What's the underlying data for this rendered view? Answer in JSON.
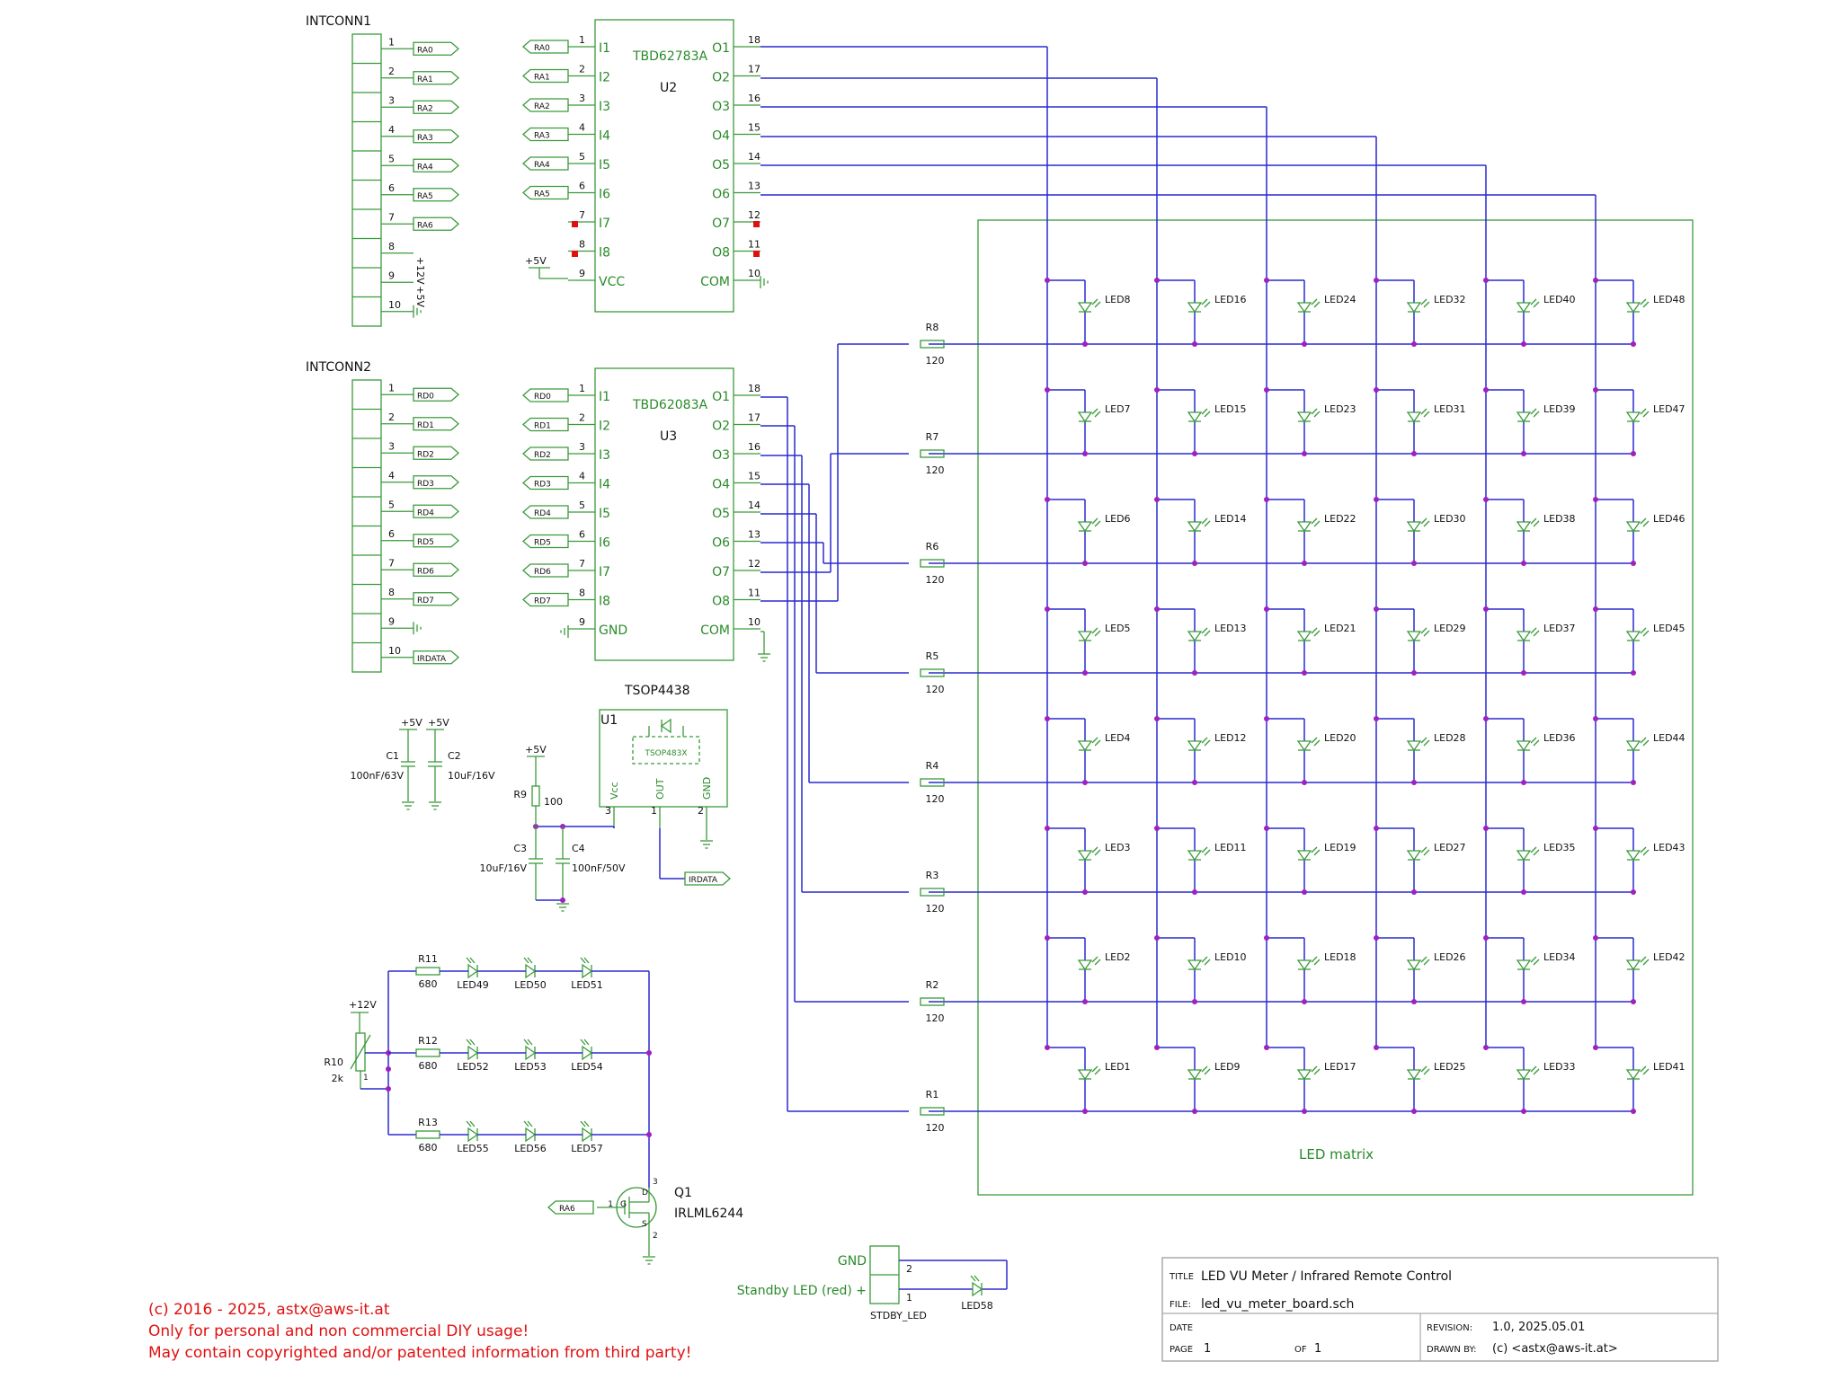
{
  "connectors": {
    "intconn1": {
      "ref": "INTCONN1",
      "pins": [
        {
          "n": "1",
          "net": "RA0",
          "kind": "flag"
        },
        {
          "n": "2",
          "net": "RA1",
          "kind": "flag"
        },
        {
          "n": "3",
          "net": "RA2",
          "kind": "flag"
        },
        {
          "n": "4",
          "net": "RA3",
          "kind": "flag"
        },
        {
          "n": "5",
          "net": "RA4",
          "kind": "flag"
        },
        {
          "n": "6",
          "net": "RA5",
          "kind": "flag"
        },
        {
          "n": "7",
          "net": "RA6",
          "kind": "flag"
        },
        {
          "n": "8",
          "net": "+12V",
          "kind": "power"
        },
        {
          "n": "9",
          "net": "+5V",
          "kind": "power"
        },
        {
          "n": "10",
          "net": "",
          "kind": "ground"
        }
      ]
    },
    "intconn2": {
      "ref": "INTCONN2",
      "pins": [
        {
          "n": "1",
          "net": "RD0",
          "kind": "flag"
        },
        {
          "n": "2",
          "net": "RD1",
          "kind": "flag"
        },
        {
          "n": "3",
          "net": "RD2",
          "kind": "flag"
        },
        {
          "n": "4",
          "net": "RD3",
          "kind": "flag"
        },
        {
          "n": "5",
          "net": "RD4",
          "kind": "flag"
        },
        {
          "n": "6",
          "net": "RD5",
          "kind": "flag"
        },
        {
          "n": "7",
          "net": "RD6",
          "kind": "flag"
        },
        {
          "n": "8",
          "net": "RD7",
          "kind": "flag"
        },
        {
          "n": "9",
          "net": "",
          "kind": "ground"
        },
        {
          "n": "10",
          "net": "IRDATA",
          "kind": "flag"
        }
      ]
    }
  },
  "drivers": {
    "u2": {
      "ref": "U2",
      "part": "TBD62783A",
      "left": [
        {
          "pin": "1",
          "name": "I1",
          "net": "RA0"
        },
        {
          "pin": "2",
          "name": "I2",
          "net": "RA1"
        },
        {
          "pin": "3",
          "name": "I3",
          "net": "RA2"
        },
        {
          "pin": "4",
          "name": "I4",
          "net": "RA3"
        },
        {
          "pin": "5",
          "name": "I5",
          "net": "RA4"
        },
        {
          "pin": "6",
          "name": "I6",
          "net": "RA5"
        },
        {
          "pin": "7",
          "name": "I7",
          "net": ""
        },
        {
          "pin": "8",
          "name": "I8",
          "net": ""
        },
        {
          "pin": "9",
          "name": "VCC",
          "net": "+5V"
        }
      ],
      "right": [
        {
          "pin": "18",
          "name": "O1"
        },
        {
          "pin": "17",
          "name": "O2"
        },
        {
          "pin": "16",
          "name": "O3"
        },
        {
          "pin": "15",
          "name": "O4"
        },
        {
          "pin": "14",
          "name": "O5"
        },
        {
          "pin": "13",
          "name": "O6"
        },
        {
          "pin": "12",
          "name": "O7"
        },
        {
          "pin": "11",
          "name": "O8"
        },
        {
          "pin": "10",
          "name": "COM"
        }
      ]
    },
    "u3": {
      "ref": "U3",
      "part": "TBD62083A",
      "left": [
        {
          "pin": "1",
          "name": "I1",
          "net": "RD0"
        },
        {
          "pin": "2",
          "name": "I2",
          "net": "RD1"
        },
        {
          "pin": "3",
          "name": "I3",
          "net": "RD2"
        },
        {
          "pin": "4",
          "name": "I4",
          "net": "RD3"
        },
        {
          "pin": "5",
          "name": "I5",
          "net": "RD4"
        },
        {
          "pin": "6",
          "name": "I6",
          "net": "RD5"
        },
        {
          "pin": "7",
          "name": "I7",
          "net": "RD6"
        },
        {
          "pin": "8",
          "name": "I8",
          "net": "RD7"
        },
        {
          "pin": "9",
          "name": "GND",
          "net": ""
        }
      ],
      "right": [
        {
          "pin": "18",
          "name": "O1"
        },
        {
          "pin": "17",
          "name": "O2"
        },
        {
          "pin": "16",
          "name": "O3"
        },
        {
          "pin": "15",
          "name": "O4"
        },
        {
          "pin": "14",
          "name": "O5"
        },
        {
          "pin": "13",
          "name": "O6"
        },
        {
          "pin": "12",
          "name": "O7"
        },
        {
          "pin": "11",
          "name": "O8"
        },
        {
          "pin": "10",
          "name": "COM"
        }
      ]
    }
  },
  "ir_receiver": {
    "ref": "U1",
    "part": "TSOP4438",
    "inner": "TSOP483X",
    "pins": [
      {
        "n": "3",
        "name": "Vcc"
      },
      {
        "n": "1",
        "name": "OUT"
      },
      {
        "n": "2",
        "name": "GND"
      }
    ],
    "out_net": "IRDATA"
  },
  "matrix": {
    "label": "LED matrix",
    "row_resistors": [
      {
        "ref": "R8",
        "value": "120"
      },
      {
        "ref": "R7",
        "value": "120"
      },
      {
        "ref": "R6",
        "value": "120"
      },
      {
        "ref": "R5",
        "value": "120"
      },
      {
        "ref": "R4",
        "value": "120"
      },
      {
        "ref": "R3",
        "value": "120"
      },
      {
        "ref": "R2",
        "value": "120"
      },
      {
        "ref": "R1",
        "value": "120"
      }
    ],
    "leds": [
      [
        "LED8",
        "LED16",
        "LED24",
        "LED32",
        "LED40",
        "LED48"
      ],
      [
        "LED7",
        "LED15",
        "LED23",
        "LED31",
        "LED39",
        "LED47"
      ],
      [
        "LED6",
        "LED14",
        "LED22",
        "LED30",
        "LED38",
        "LED46"
      ],
      [
        "LED5",
        "LED13",
        "LED21",
        "LED29",
        "LED37",
        "LED45"
      ],
      [
        "LED4",
        "LED12",
        "LED20",
        "LED28",
        "LED36",
        "LED44"
      ],
      [
        "LED3",
        "LED11",
        "LED19",
        "LED27",
        "LED35",
        "LED43"
      ],
      [
        "LED2",
        "LED10",
        "LED18",
        "LED26",
        "LED34",
        "LED42"
      ],
      [
        "LED1",
        "LED9",
        "LED17",
        "LED25",
        "LED33",
        "LED41"
      ]
    ]
  },
  "passives": {
    "c1": {
      "ref": "C1",
      "value": "100nF/63V",
      "supply": "+5V"
    },
    "c2": {
      "ref": "C2",
      "value": "10uF/16V",
      "supply": "+5V"
    },
    "r9": {
      "ref": "R9",
      "value": "100",
      "supply": "+5V"
    },
    "c3": {
      "ref": "C3",
      "value": "10uF/16V"
    },
    "c4": {
      "ref": "C4",
      "value": "100nF/50V"
    }
  },
  "backlight": {
    "supply": "+12V",
    "pot": {
      "ref": "R10",
      "value": "2k",
      "pin": "1"
    },
    "strings": [
      {
        "r": "R11",
        "value": "680",
        "leds": [
          "LED49",
          "LED50",
          "LED51"
        ]
      },
      {
        "r": "R12",
        "value": "680",
        "leds": [
          "LED52",
          "LED53",
          "LED54"
        ]
      },
      {
        "r": "R13",
        "value": "680",
        "leds": [
          "LED55",
          "LED56",
          "LED57"
        ]
      }
    ],
    "mosfet": {
      "ref": "Q1",
      "part": "IRLML6244",
      "gate_net": "RA6",
      "pins": [
        "3",
        "D",
        "G",
        "1",
        "S",
        "2"
      ]
    }
  },
  "standby": {
    "gnd_label": "GND",
    "led_label": "Standby LED (red) +",
    "connector": "STDBY_LED",
    "pin_top": "2",
    "pin_bottom": "1",
    "led": "LED58"
  },
  "copyright": [
    "(c) 2016 - 2025, astx@aws-it.at",
    "Only for personal and non commercial DIY usage!",
    "May contain copyrighted and/or patented information from third party!"
  ],
  "title_block": {
    "title_label": "TITLE",
    "title": "LED VU Meter / Infrared Remote Control",
    "file_label": "FILE:",
    "file": "led_vu_meter_board.sch",
    "date_label": "DATE",
    "date": "",
    "revision_label": "REVISION:",
    "revision": "1.0, 2025.05.01",
    "page_label": "PAGE",
    "page": "1",
    "of_label": "OF",
    "of": "1",
    "drawn_label": "DRAWN BY:",
    "drawn": "(c) <astx@aws-it.at>"
  }
}
